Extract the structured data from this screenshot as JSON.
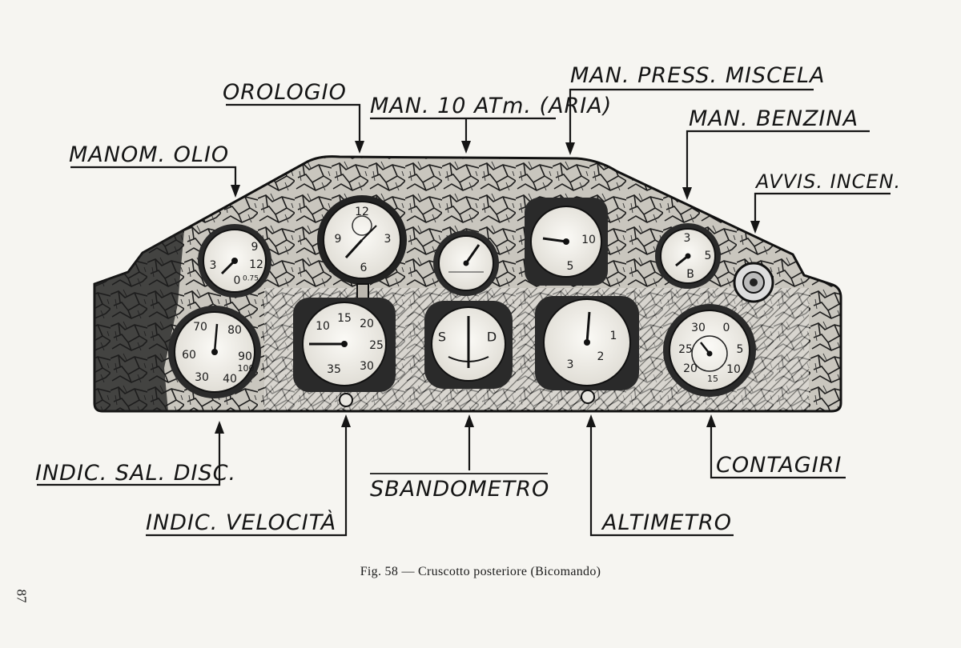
{
  "labels": {
    "orologio": "OROLOGIO",
    "man_aria": "MAN. 10 ATm. (ARIA)",
    "man_miscela": "MAN. PRESS. MISCELA",
    "manom_olio": "MANOM. OLIO",
    "man_benzina": "MAN. BENZINA",
    "avvis_incen": "AVVIS. INCEN.",
    "indic_sal_disc": "INDIC. SAL. DISC.",
    "indic_velocita": "INDIC. VELOCITÀ",
    "sbandometro": "SBANDOMETRO",
    "altimetro": "ALTIMETRO",
    "contagiri": "CONTAGIRI"
  },
  "gauges": {
    "oil": [
      "9",
      "3",
      "12",
      "0",
      "0.75"
    ],
    "clock": [
      "12",
      "9",
      "3",
      "6"
    ],
    "mix": [
      "10",
      "5"
    ],
    "fuel": [
      "3",
      "5",
      "B"
    ],
    "climb": [
      "70",
      "80",
      "60",
      "90",
      "30",
      "40",
      "100"
    ],
    "speed": [
      "10",
      "15",
      "20",
      "25",
      "30",
      "35"
    ],
    "bank": [
      "S",
      "D"
    ],
    "alt": [
      "1",
      "2",
      "3"
    ],
    "rpm": [
      "30",
      "0",
      "25",
      "5",
      "20",
      "10",
      "15"
    ]
  },
  "caption": "Fig. 58 — Cruscotto posteriore (Bicomando)",
  "page_number": "87"
}
